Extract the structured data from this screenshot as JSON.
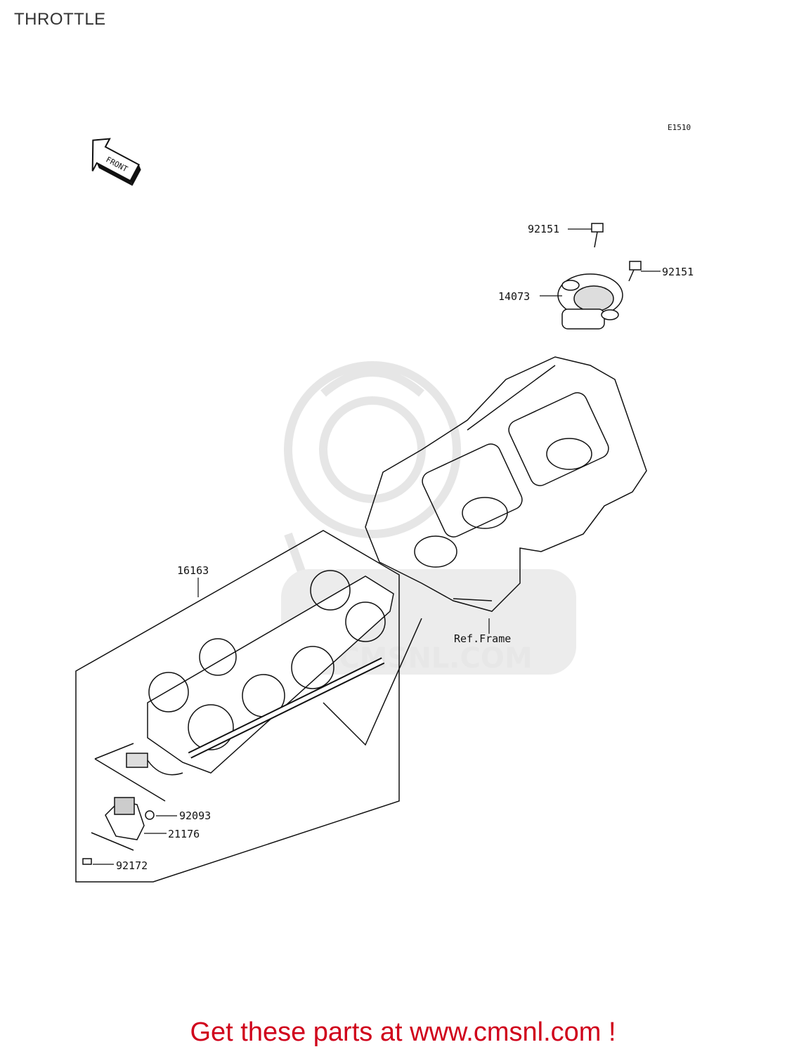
{
  "page": {
    "title": "THROTTLE",
    "diagram_code": "E1510",
    "front_label": "FRONT"
  },
  "callouts": [
    {
      "id": "p92151a",
      "label": "92151"
    },
    {
      "id": "p92151b",
      "label": "92151"
    },
    {
      "id": "p14073",
      "label": "14073"
    },
    {
      "id": "p16163",
      "label": "16163"
    },
    {
      "id": "refframe",
      "label": "Ref.Frame"
    },
    {
      "id": "p92093",
      "label": "92093"
    },
    {
      "id": "p21176",
      "label": "21176"
    },
    {
      "id": "p92172",
      "label": "92172"
    }
  ],
  "watermark": {
    "text": "CMSNL.COM"
  },
  "footer": {
    "cta": "Get these parts at www.cmsnl.com !"
  },
  "colors": {
    "cta": "#d0021b",
    "line": "#111111",
    "watermark": "#e7e7e7"
  }
}
